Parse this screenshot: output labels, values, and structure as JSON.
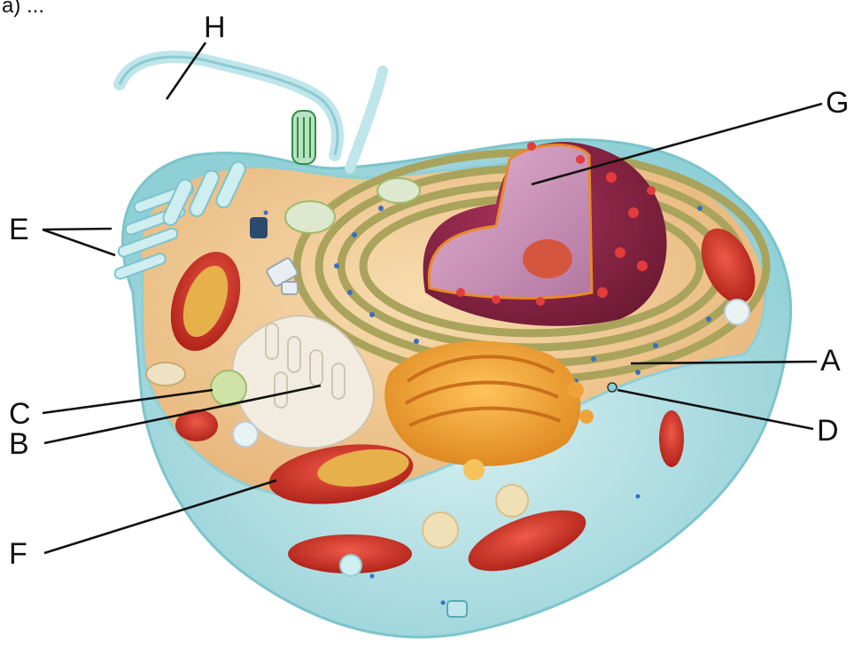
{
  "header_fragment": "a) ...",
  "labels": {
    "A": "A",
    "B": "B",
    "C": "C",
    "D": "D",
    "E": "E",
    "F": "F",
    "G": "G",
    "H": "H"
  },
  "colors": {
    "membrane": "#a9dde0",
    "cytoplasm": "#f2c98f",
    "nucleus": "#8e2a4a",
    "nucleus_inner": "#c98bb0",
    "er": "#b9b06a",
    "golgi": "#f0a23a",
    "mitochondrion": "#d63a2a",
    "ribosome": "#3a6fc0"
  }
}
